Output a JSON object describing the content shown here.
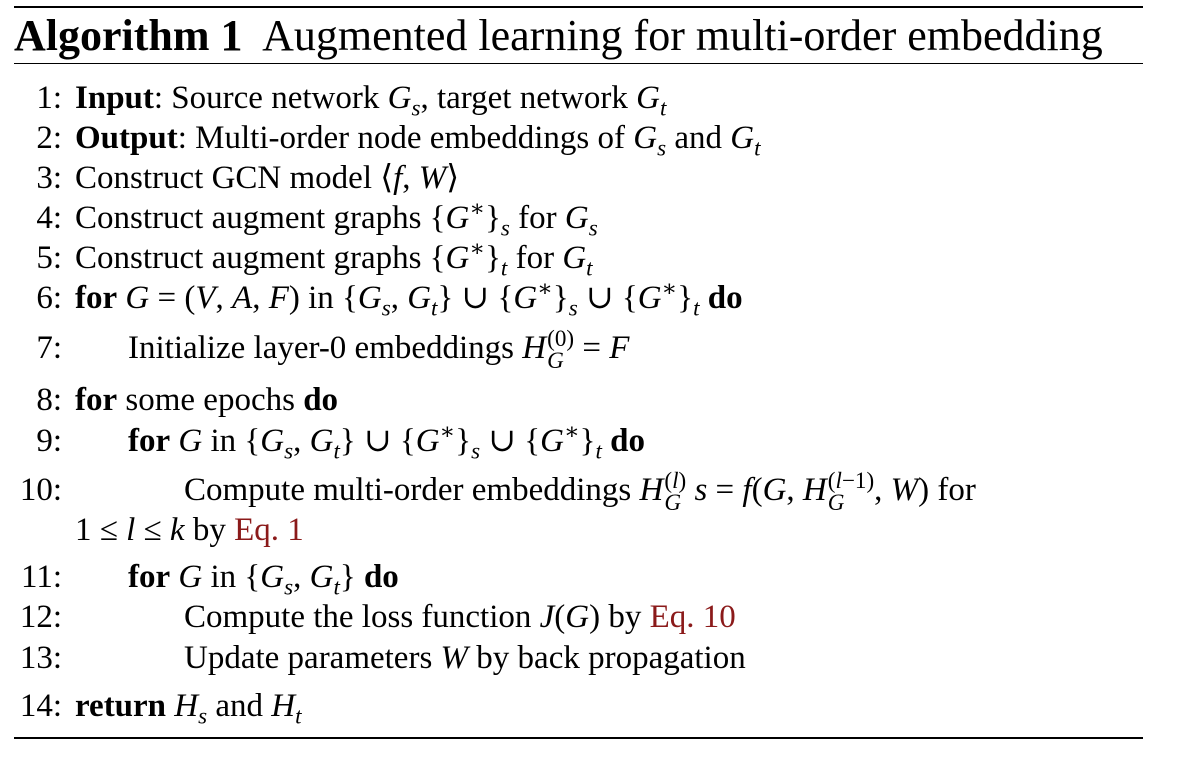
{
  "caption": {
    "label": "Algorithm 1",
    "title": "Augmented learning for multi-order embedding"
  },
  "lines": [
    {
      "num": "1:",
      "kw": "Input",
      "text": ": Source network G_s, target network G_t"
    },
    {
      "num": "2:",
      "kw": "Output",
      "text": ": Multi-order node embeddings of G_s and G_t"
    },
    {
      "num": "3:",
      "text": "Construct GCN model ⟨f, W⟩"
    },
    {
      "num": "4:",
      "text": "Construct augment graphs {G*}_s for G_s"
    },
    {
      "num": "5:",
      "text": "Construct augment graphs {G*}_t for G_t"
    },
    {
      "num": "6:",
      "kw": "for",
      "text": "G = (V, A, F) in {G_s, G_t} ∪ {G*}_s ∪ {G*}_t",
      "kw_end": "do"
    },
    {
      "num": "7:",
      "text": "Initialize layer-0 embeddings H_G^(0) = F"
    },
    {
      "num": "8:",
      "kw": "for",
      "text": "some epochs",
      "kw_end": "do"
    },
    {
      "num": "9:",
      "kw": "for",
      "text": "G in {G_s, G_t} ∪ {G*}_s ∪ {G*}_t",
      "kw_end": "do"
    },
    {
      "num": "10:",
      "text": "Compute multi-order embeddings H_G^(l) s = f(G, H_G^(l−1), W) for",
      "continuation": "1 ≤ l ≤ k by",
      "ref": "Eq. 1"
    },
    {
      "num": "11:",
      "kw": "for",
      "text": "G in {G_s, G_t}",
      "kw_end": "do"
    },
    {
      "num": "12:",
      "text": "Compute the loss function J(G) by",
      "ref": "Eq. 10"
    },
    {
      "num": "13:",
      "text": "Update parameters W by back propagation"
    },
    {
      "num": "14:",
      "kw": "return",
      "text": "H_s and H_t"
    }
  ]
}
